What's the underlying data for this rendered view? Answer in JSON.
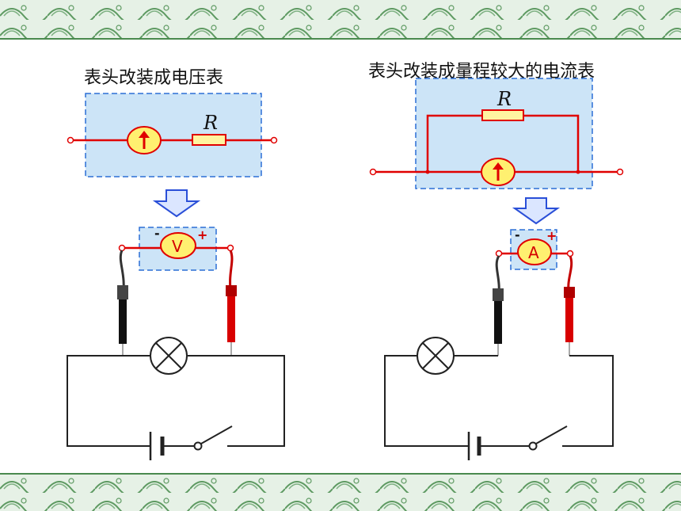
{
  "left_panel": {
    "title": "表头改装成电压表",
    "resistor_label": "R",
    "meter_label": "V",
    "minus_sign": "-",
    "plus_sign": "+"
  },
  "right_panel": {
    "title": "表头改装成量程较大的电流表",
    "resistor_label": "R",
    "meter_label": "A",
    "minus_sign": "-",
    "plus_sign": "+"
  },
  "colors": {
    "wire_red": "#e00000",
    "box_fill": "#cce4f7",
    "box_border": "#2b6fd6",
    "meter_fill": "#fff070",
    "resistor_fill": "#fff4a0",
    "arrow_fill": "#dbe6ff",
    "arrow_stroke": "#2a4fd8",
    "border_band": "#d9ead9"
  }
}
